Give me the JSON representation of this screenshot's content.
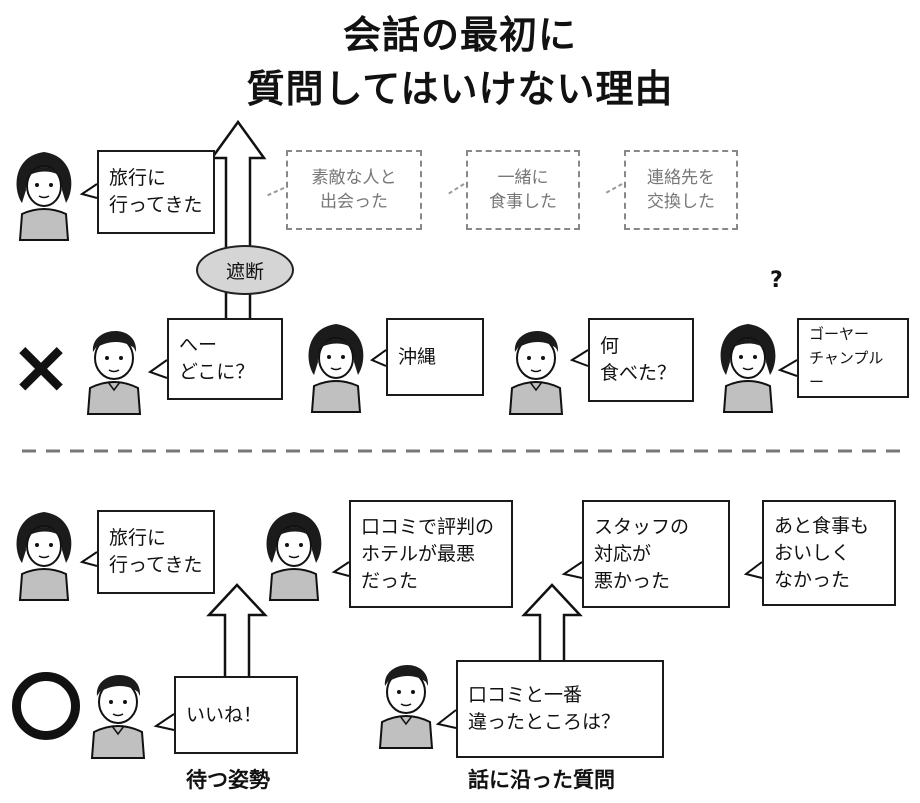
{
  "title": {
    "line1": "会話の最初に",
    "line2": "質問してはいけない理由"
  },
  "blocker_label": "遮断",
  "bad_example": {
    "mark": "×",
    "thought_bubbles": [
      "素敵な人と\n出会った",
      "一緒に\n食事した",
      "連絡先を\n交換した"
    ],
    "bubbles": [
      "旅行に\n行ってきた",
      "へー\nどこに？",
      "沖縄",
      "何\n食べた？",
      "ゴーヤー\nチャンプルー"
    ],
    "confused_mark": "?"
  },
  "good_example": {
    "bubbles": [
      "旅行に\n行ってきた",
      "口コミで評判の\nホテルが最悪\nだった",
      "スタッフの\n対応が\n悪かった",
      "あと食事も\nおいしく\nなかった",
      "いいね！",
      "口コミと一番\n違ったところは？"
    ],
    "label_wait": "待つ姿勢",
    "label_follow": "話に沿った質問"
  }
}
